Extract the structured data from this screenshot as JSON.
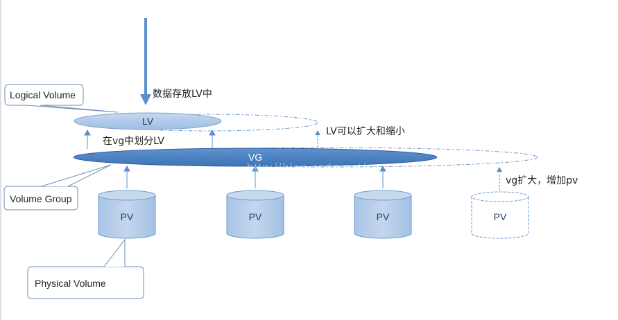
{
  "diagram": {
    "callouts": {
      "logical_volume": "Logical Volume",
      "volume_group": "Volume Group",
      "physical_volume": "Physical Volume"
    },
    "nodes": {
      "lv": "LV",
      "vg": "VG",
      "pv": [
        "PV",
        "PV",
        "PV"
      ],
      "pv_new": "PV"
    },
    "annotations": {
      "store_data": "数据存放LV中",
      "partition_lv": "在vg中划分LV",
      "lv_resize": "LV可以扩大和缩小",
      "vg_extend": "vg扩大，增加pv"
    },
    "watermark": "http://blog.csdn.net/"
  }
}
